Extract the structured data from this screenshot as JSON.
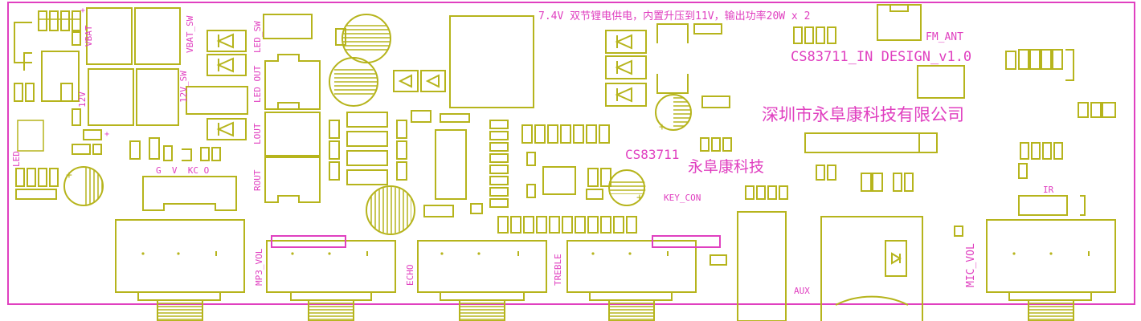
{
  "board": {
    "header_note": "7.4V 双节锂电供电，内置升压到11V，输出功率20W x 2",
    "design_name": "CS83711_IN DESIGN_v1.0",
    "company": "深圳市永阜康科技有限公司",
    "chip": "CS83711",
    "brand": "永阜康科技"
  },
  "labels": {
    "vbat": "VBAT",
    "vbat_sw": "VBAT_SW",
    "v12": "12V",
    "v12_sw": "12V_SW",
    "led": "LED",
    "led_sw": "LED_SW",
    "led_out": "LED OUT",
    "lout": "LOUT",
    "rout": "ROUT",
    "header_pins": "G  V  KC O",
    "fm_ant": "FM_ANT",
    "key_con": "KEY_CON",
    "ir": "IR",
    "aux": "AUX",
    "mp3_vol": "MP3_VOL",
    "echo": "ECHO",
    "treble": "TREBLE",
    "mic_vol": "MIC_VOL"
  },
  "colors": {
    "silkscreen": "#b6b41c",
    "text": "#e040c0",
    "outline": "#e040c0",
    "background": "#ffffff"
  }
}
